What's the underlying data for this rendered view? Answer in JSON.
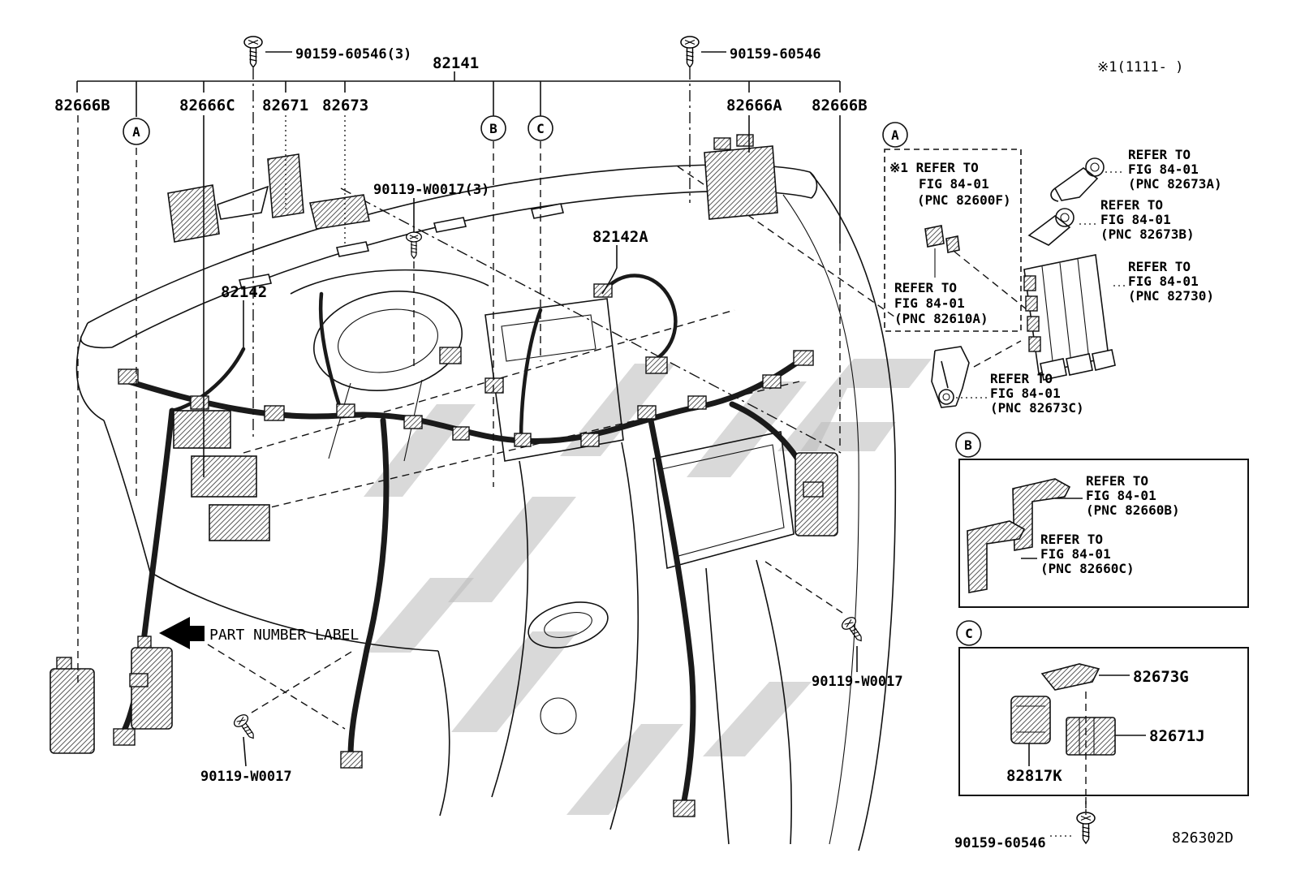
{
  "figure": {
    "drawing_number": "826302D",
    "note_top_right": "※1(1111-    )",
    "part_number_label_annotation": "PART NUMBER LABEL"
  },
  "section_markers": {
    "a": "A",
    "b": "B",
    "c": "C"
  },
  "part_labels": {
    "screw_top_left": "90159-60546(3)",
    "main_harness": "82141",
    "screw_top_right": "90159-60546",
    "bracket_82666B_left": "82666B",
    "bracket_82666C": "82666C",
    "clamp_82671": "82671",
    "bracket_82673": "82673",
    "bracket_82666A": "82666A",
    "bracket_82666B_right": "82666B",
    "screw_90119_w0017_3": "90119-W0017(3)",
    "harness_82142": "82142",
    "harness_82142A": "82142A",
    "screw_90119_w0017_left": "90119-W0017",
    "screw_90119_w0017_right": "90119-W0017",
    "protector_82673G": "82673G",
    "clamp_82671J": "82671J",
    "cover_82817K": "82817K",
    "screw_bottom": "90159-60546"
  },
  "refer_notes": {
    "pnc_82600f": {
      "line1": "※1 REFER TO",
      "line2": "FIG 84-01",
      "line3": "(PNC 82600F)"
    },
    "pnc_82610a": {
      "line1": "REFER TO",
      "line2": "FIG 84-01",
      "line3": "(PNC 82610A)"
    },
    "pnc_82673a": {
      "line1": "REFER TO",
      "line2": "FIG 84-01",
      "line3": "(PNC 82673A)"
    },
    "pnc_82673b": {
      "line1": "REFER TO",
      "line2": "FIG 84-01",
      "line3": "(PNC 82673B)"
    },
    "pnc_82730": {
      "line1": "REFER TO",
      "line2": "FIG 84-01",
      "line3": "(PNC 82730)"
    },
    "pnc_82673c": {
      "line1": "REFER TO",
      "line2": "FIG 84-01",
      "line3": "(PNC 82673C)"
    },
    "pnc_82660b": {
      "line1": "REFER TO",
      "line2": "FIG 84-01",
      "line3": "(PNC 82660B)"
    },
    "pnc_82660c": {
      "line1": "REFER TO",
      "line2": "FIG 84-01",
      "line3": "(PNC 82660C)"
    }
  }
}
